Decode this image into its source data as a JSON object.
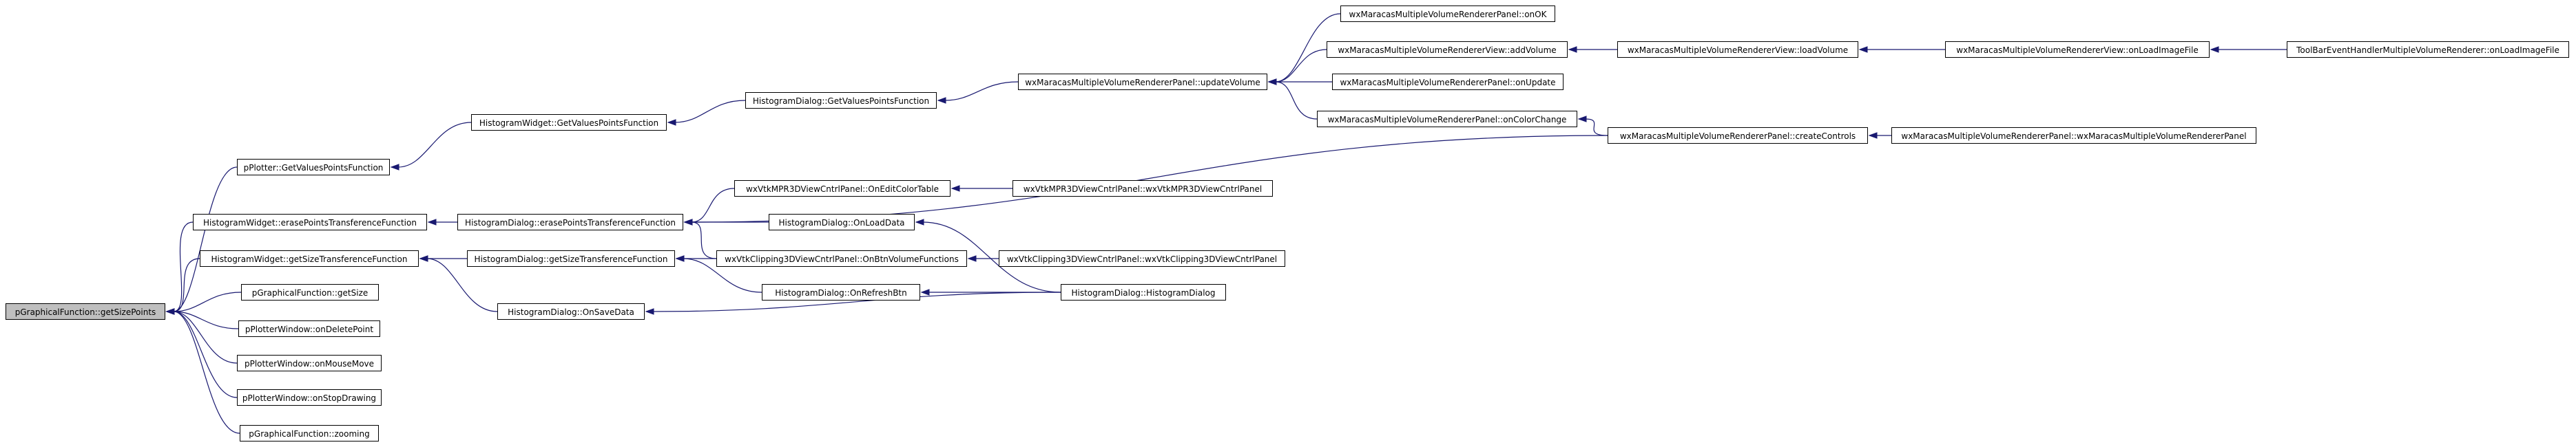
{
  "nodes": [
    {
      "id": "root",
      "label": "pGraphicalFunction::getSizePoints"
    },
    {
      "id": "n1",
      "label": "pPlotter::GetValuesPointsFunction"
    },
    {
      "id": "n2",
      "label": "HistogramWidget::GetValuesPointsFunction"
    },
    {
      "id": "n3",
      "label": "HistogramDialog::GetValuesPointsFunction"
    },
    {
      "id": "n4",
      "label": "wxMaracasMultipleVolumeRendererPanel::updateVolume"
    },
    {
      "id": "n5",
      "label": "wxMaracasMultipleVolumeRendererPanel::onOK"
    },
    {
      "id": "n6",
      "label": "wxMaracasMultipleVolumeRendererView::addVolume"
    },
    {
      "id": "n7",
      "label": "wxMaracasMultipleVolumeRendererView::loadVolume"
    },
    {
      "id": "n8",
      "label": "wxMaracasMultipleVolumeRendererView::onLoadImageFile"
    },
    {
      "id": "n9",
      "label": "ToolBarEventHandlerMultipleVolumeRenderer::onLoadImageFile"
    },
    {
      "id": "n10",
      "label": "wxMaracasMultipleVolumeRendererPanel::onUpdate"
    },
    {
      "id": "n11",
      "label": "wxMaracasMultipleVolumeRendererPanel::onColorChange"
    },
    {
      "id": "n12",
      "label": "wxMaracasMultipleVolumeRendererPanel::createControls"
    },
    {
      "id": "n13",
      "label": "wxMaracasMultipleVolumeRendererPanel::wxMaracasMultipleVolumeRendererPanel"
    },
    {
      "id": "n14",
      "label": "HistogramWidget::erasePointsTransferenceFunction"
    },
    {
      "id": "n15",
      "label": "HistogramDialog::erasePointsTransferenceFunction"
    },
    {
      "id": "n16",
      "label": "wxVtkMPR3DViewCntrlPanel::OnEditColorTable"
    },
    {
      "id": "n17",
      "label": "wxVtkMPR3DViewCntrlPanel::wxVtkMPR3DViewCntrlPanel"
    },
    {
      "id": "n18",
      "label": "HistogramDialog::OnLoadData"
    },
    {
      "id": "n19",
      "label": "HistogramWidget::getSizeTransferenceFunction"
    },
    {
      "id": "n20",
      "label": "HistogramDialog::getSizeTransferenceFunction"
    },
    {
      "id": "n21",
      "label": "wxVtkClipping3DViewCntrlPanel::OnBtnVolumeFunctions"
    },
    {
      "id": "n22",
      "label": "wxVtkClipping3DViewCntrlPanel::wxVtkClipping3DViewCntrlPanel"
    },
    {
      "id": "n23",
      "label": "HistogramDialog::OnRefreshBtn"
    },
    {
      "id": "n24",
      "label": "HistogramDialog::HistogramDialog"
    },
    {
      "id": "n25",
      "label": "HistogramDialog::OnSaveData"
    },
    {
      "id": "n26",
      "label": "pGraphicalFunction::getSize"
    },
    {
      "id": "n27",
      "label": "pPlotterWindow::onDeletePoint"
    },
    {
      "id": "n28",
      "label": "pPlotterWindow::onMouseMove"
    },
    {
      "id": "n29",
      "label": "pPlotterWindow::onStopDrawing"
    },
    {
      "id": "n30",
      "label": "pGraphicalFunction::zooming"
    }
  ],
  "edges": [
    [
      "n1",
      "root"
    ],
    [
      "n14",
      "root"
    ],
    [
      "n19",
      "root"
    ],
    [
      "n26",
      "root"
    ],
    [
      "n27",
      "root"
    ],
    [
      "n28",
      "root"
    ],
    [
      "n29",
      "root"
    ],
    [
      "n30",
      "root"
    ],
    [
      "n2",
      "n1"
    ],
    [
      "n3",
      "n2"
    ],
    [
      "n4",
      "n3"
    ],
    [
      "n5",
      "n4"
    ],
    [
      "n6",
      "n4"
    ],
    [
      "n10",
      "n4"
    ],
    [
      "n11",
      "n4"
    ],
    [
      "n7",
      "n6"
    ],
    [
      "n8",
      "n7"
    ],
    [
      "n9",
      "n8"
    ],
    [
      "n12",
      "n11"
    ],
    [
      "n13",
      "n12"
    ],
    [
      "n15",
      "n14"
    ],
    [
      "n12",
      "n15"
    ],
    [
      "n16",
      "n15"
    ],
    [
      "n18",
      "n15"
    ],
    [
      "n21",
      "n15"
    ],
    [
      "n17",
      "n16"
    ],
    [
      "n24",
      "n18"
    ],
    [
      "n20",
      "n19"
    ],
    [
      "n25",
      "n19"
    ],
    [
      "n21",
      "n20"
    ],
    [
      "n23",
      "n20"
    ],
    [
      "n22",
      "n21"
    ],
    [
      "n24",
      "n23"
    ],
    [
      "n24",
      "n25"
    ]
  ]
}
